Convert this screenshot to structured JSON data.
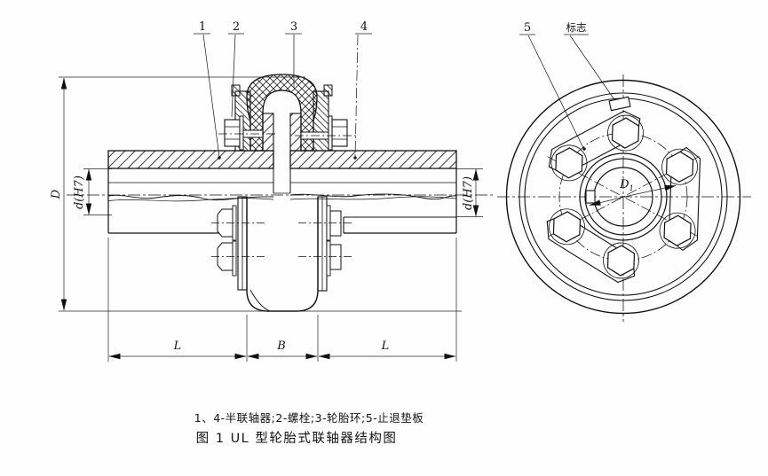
{
  "figure": {
    "callouts": {
      "c1": "1",
      "c2": "2",
      "c3": "3",
      "c4": "4",
      "c5": "5"
    },
    "mark_label": "标志",
    "dimensions": {
      "outer_diameter": "D",
      "bore_left": "d(H7)",
      "bore_right": "d(H7)",
      "hub_length_left": "L",
      "tire_width": "B",
      "hub_length_right": "L",
      "d1_main": "D",
      "d1_sub": "1"
    },
    "caption": {
      "legend": "1、4-半联轴器;2-螺栓;3-轮胎环;5-止退垫板",
      "title": "图 1  UL 型轮胎式联轴器结构图"
    }
  }
}
